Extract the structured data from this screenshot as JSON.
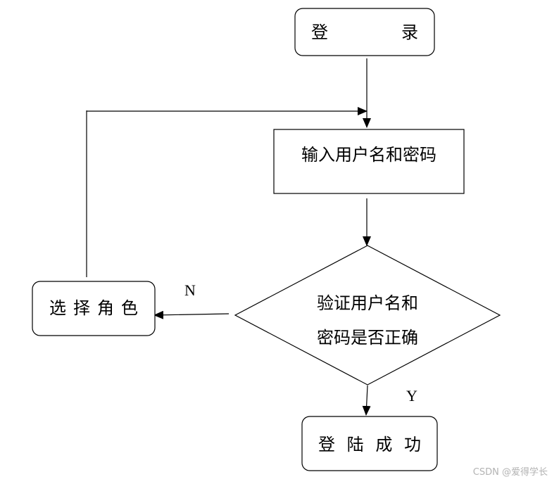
{
  "nodes": {
    "login": {
      "label": "登  录"
    },
    "input": {
      "label": "输入用户名和密码"
    },
    "verify": {
      "line1": "验证用户名和",
      "line2": "密码是否正确"
    },
    "role": {
      "label": "选 择 角 色"
    },
    "success": {
      "label": "登 陆 成 功"
    }
  },
  "branches": {
    "no": "N",
    "yes": "Y"
  },
  "watermark": "CSDN @爱得学长"
}
